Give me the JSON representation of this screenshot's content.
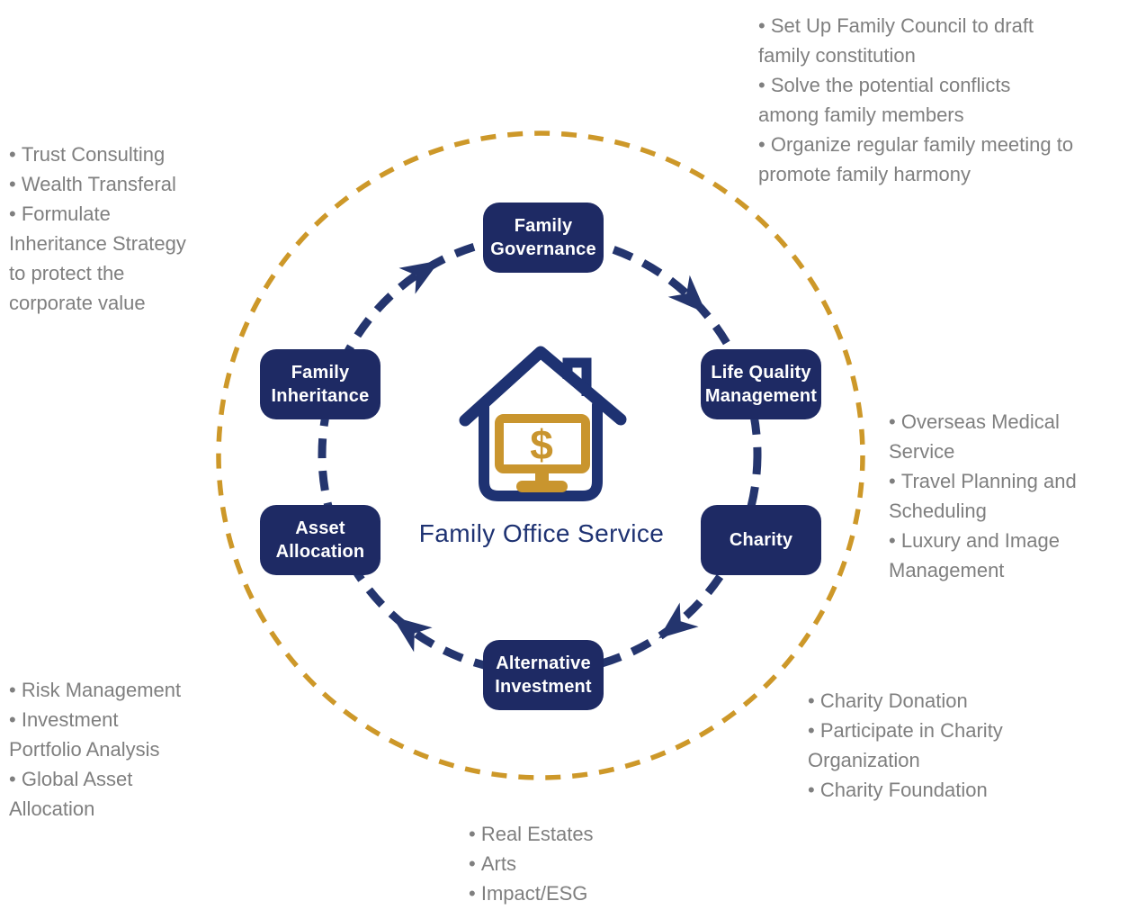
{
  "diagram": {
    "center": {
      "title": "Family Office Service",
      "icon": "house-with-dollar-monitor-icon"
    },
    "colors": {
      "node_navy": "#1e2a64",
      "flow_navy": "#24356e",
      "gold": "#cd9829",
      "title_navy": "#1e3272",
      "note_gray": "#7f7f7f"
    },
    "nodes": [
      {
        "id": "family-governance",
        "label": "Family\nGovernance"
      },
      {
        "id": "life-quality-management",
        "label": "Life Quality\nManagement"
      },
      {
        "id": "charity",
        "label": "Charity"
      },
      {
        "id": "alternative-investment",
        "label": "Alternative\nInvestment"
      },
      {
        "id": "asset-allocation",
        "label": "Asset\nAllocation"
      },
      {
        "id": "family-inheritance",
        "label": "Family\nInheritance"
      }
    ],
    "annotations": {
      "family_governance": {
        "items": [
          "Set Up Family Council to draft\nfamily constitution",
          "Solve the potential conflicts\namong family members",
          "Organize regular family meeting to\npromote family harmony"
        ]
      },
      "life_quality_management": {
        "items": [
          "Overseas Medical\nService",
          "Travel Planning and\nScheduling",
          "Luxury and Image\nManagement"
        ]
      },
      "charity": {
        "items": [
          "Charity Donation",
          "Participate in Charity\nOrganization",
          "Charity Foundation"
        ]
      },
      "alternative_investment": {
        "items": [
          "Real Estates",
          "Arts",
          "Impact/ESG"
        ]
      },
      "asset_allocation": {
        "items": [
          "Risk Management",
          "Investment\nPortfolio Analysis",
          "Global Asset\nAllocation"
        ]
      },
      "family_inheritance": {
        "items": [
          "Trust Consulting",
          "Wealth Transferal",
          "Formulate\nInheritance Strategy\nto protect the\ncorporate value"
        ]
      }
    }
  }
}
